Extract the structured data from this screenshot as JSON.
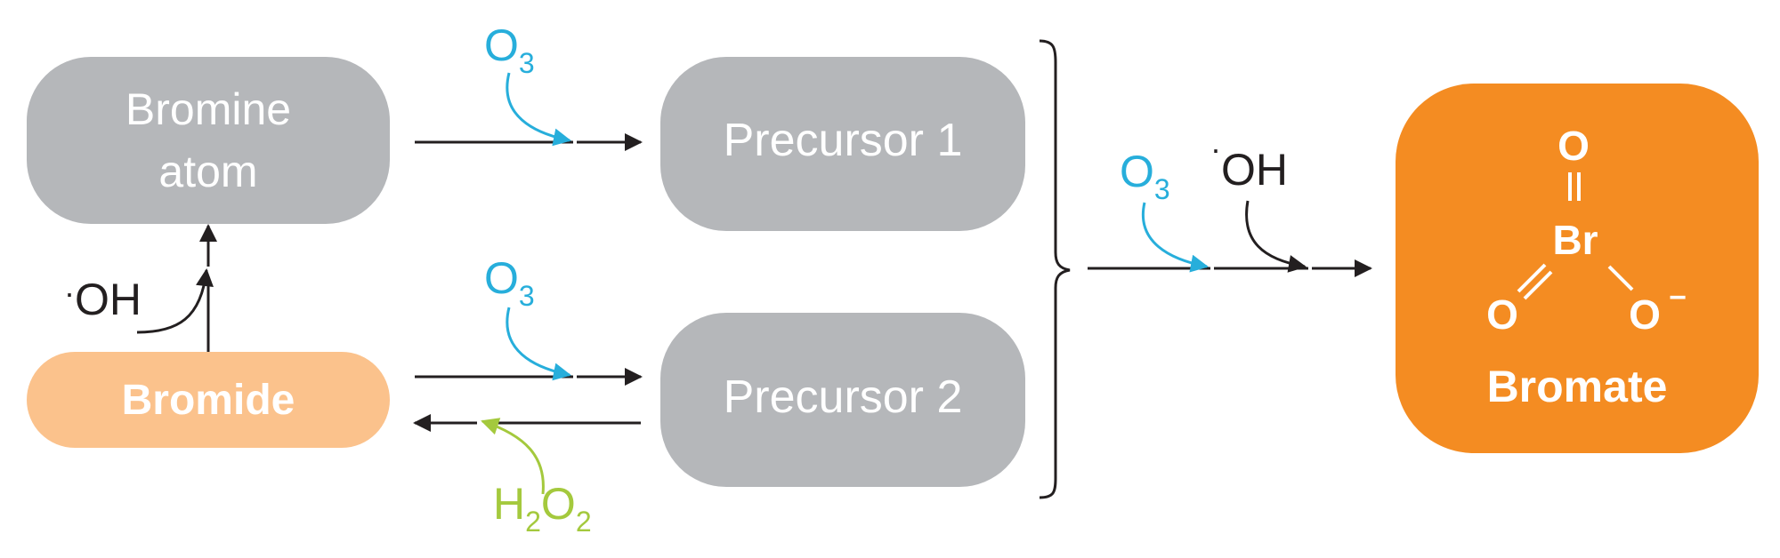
{
  "nodes": {
    "bromine_atom": {
      "line1": "Bromine",
      "line2": "atom"
    },
    "precursor1": {
      "label": "Precursor 1"
    },
    "precursor2": {
      "label": "Precursor 2"
    },
    "bromide": {
      "label": "Bromide"
    },
    "bromate": {
      "label": "Bromate",
      "structure": {
        "top_o": "O",
        "center": "Br",
        "left_o": "O",
        "right_o": "O",
        "charge": "−"
      }
    }
  },
  "reagents": {
    "ozone": {
      "base": "O",
      "sub": "3"
    },
    "hydroxyl": {
      "dot": "·",
      "text": "OH"
    },
    "peroxide": {
      "h": "H",
      "h_sub": "2",
      "o": "O",
      "o_sub": "2"
    }
  },
  "colors": {
    "gray_box": "#b5b7ba",
    "bromide_fill": "#fbc28c",
    "bromate_fill": "#f48c22",
    "ozone": "#27aedb",
    "peroxide": "#a4c93d",
    "arrow": "#231f20"
  }
}
